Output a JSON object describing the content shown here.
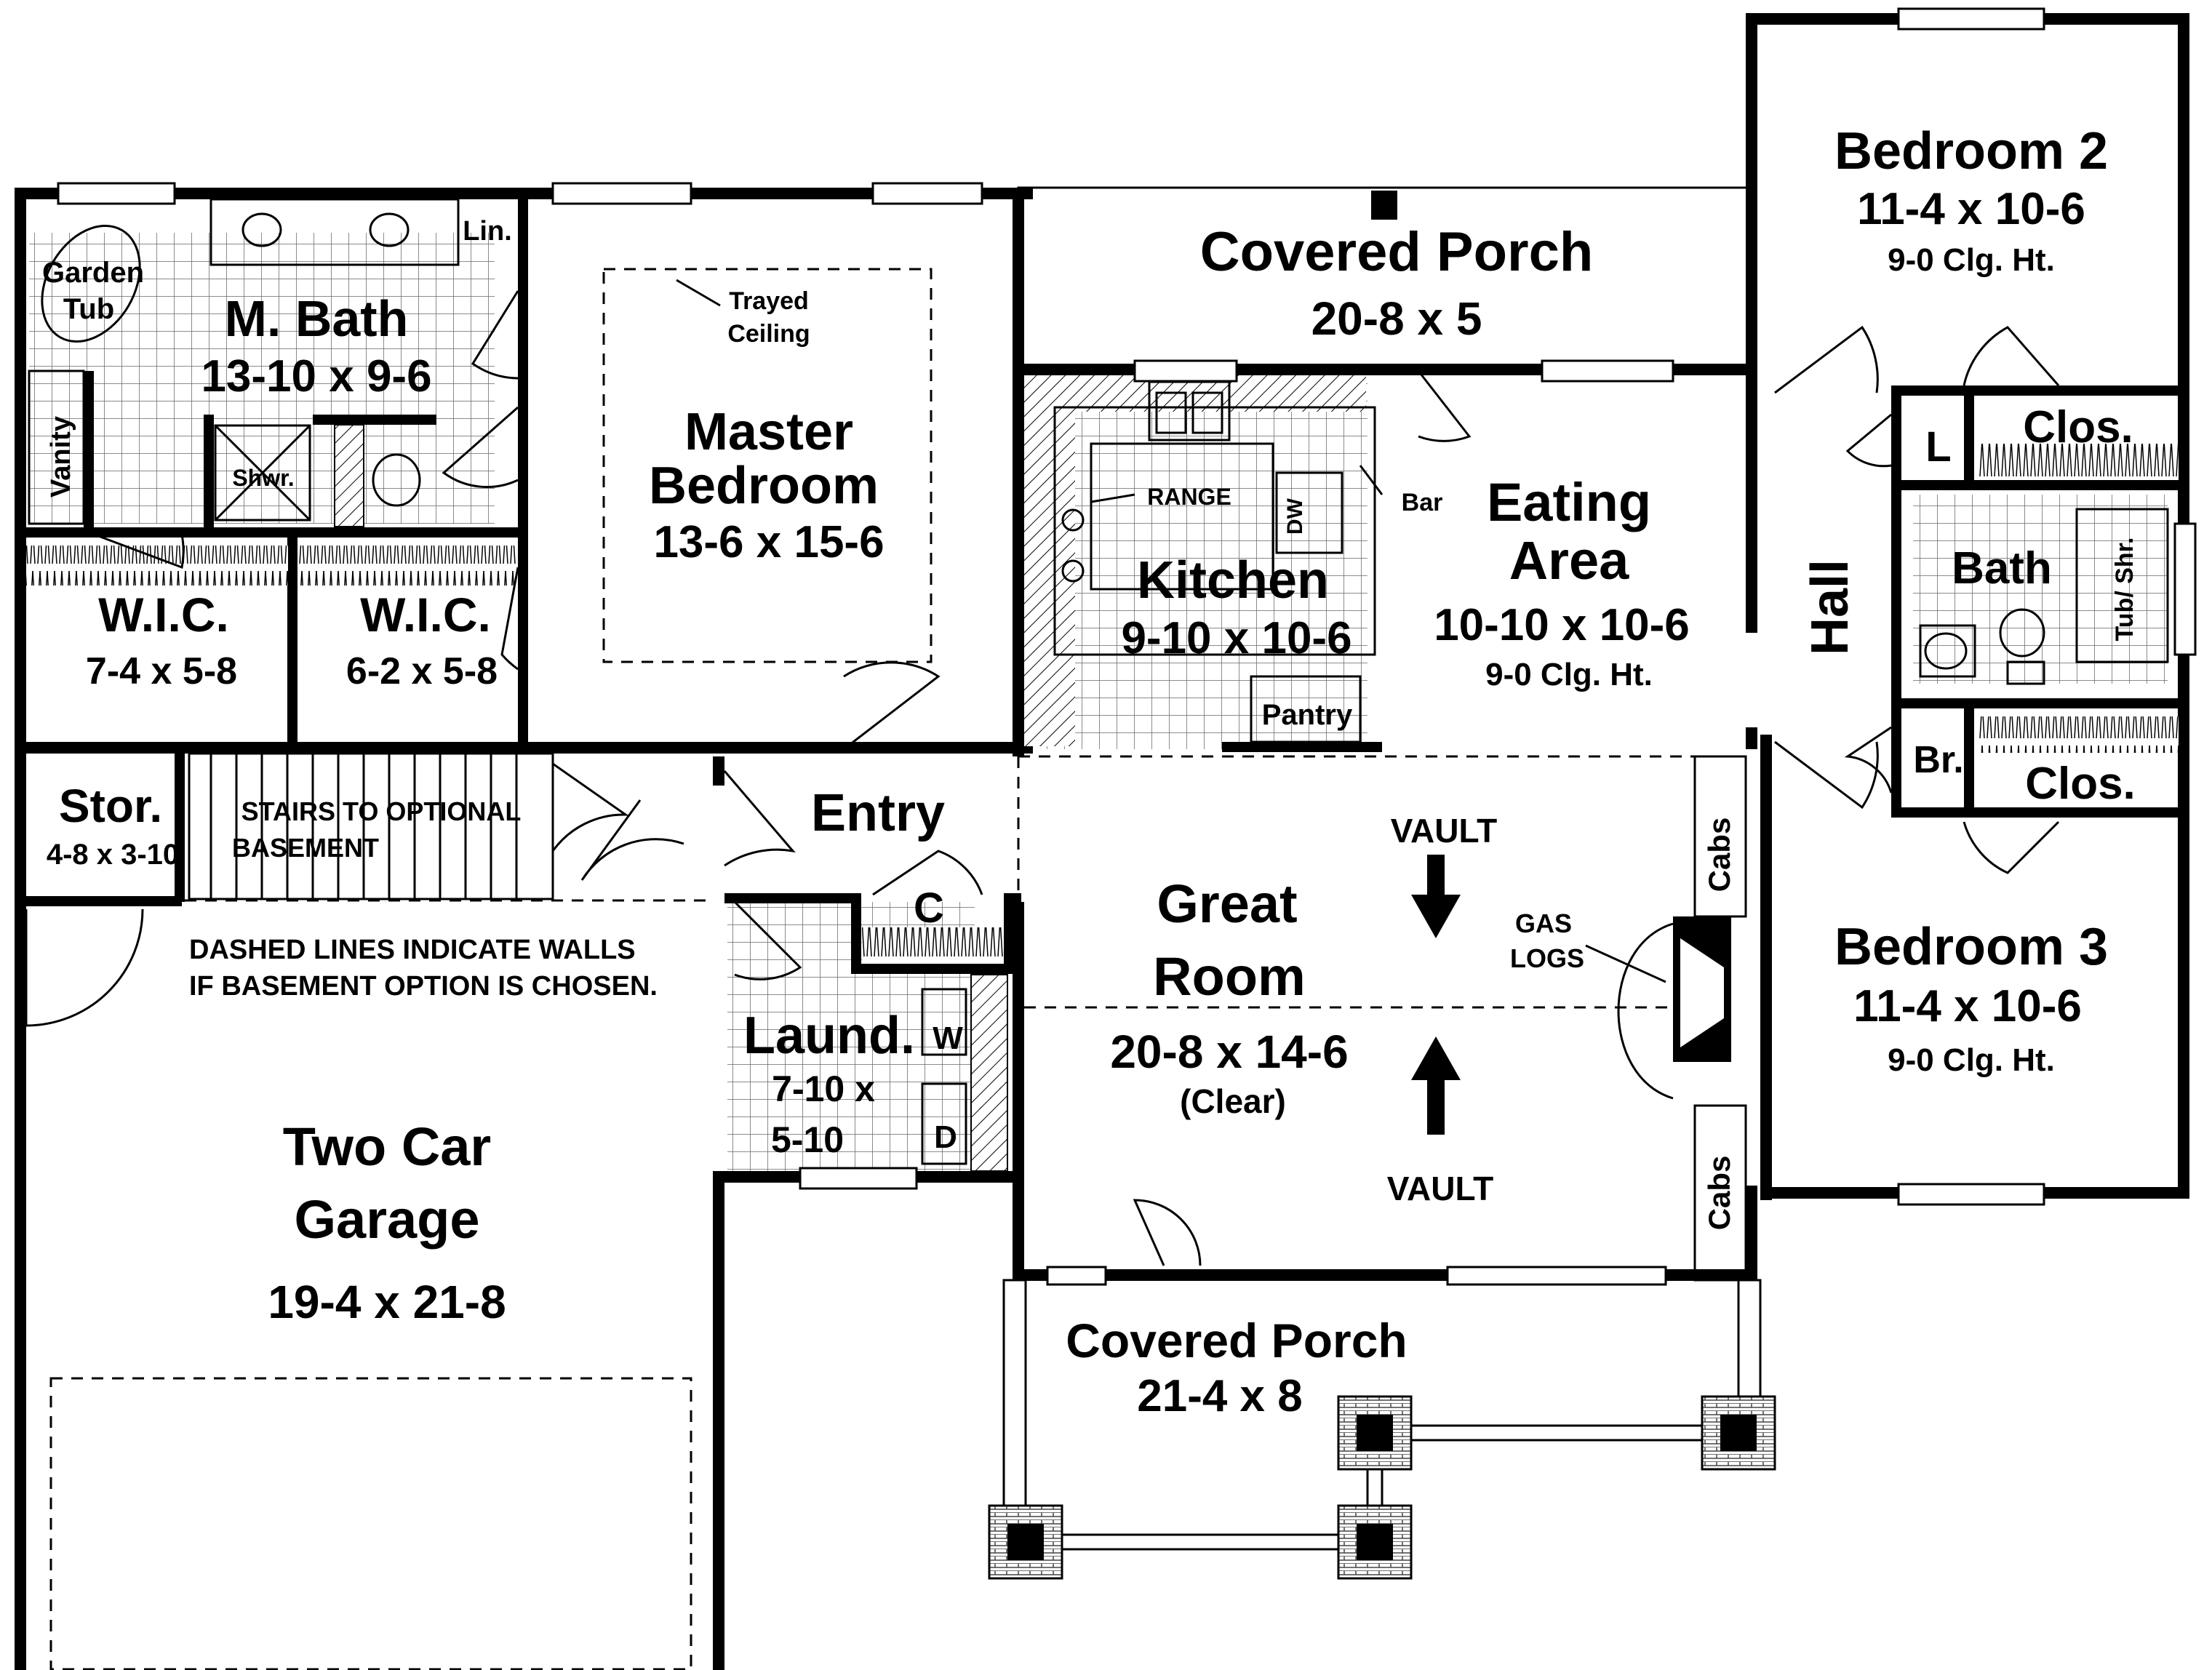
{
  "rooms": {
    "bedroom2": {
      "name": "Bedroom 2",
      "size": "11-4 x 10-6",
      "ceiling": "9-0 Clg. Ht."
    },
    "covered_porch_rear": {
      "name": "Covered Porch",
      "size": "20-8 x 5"
    },
    "m_bath": {
      "name": "M. Bath",
      "size": "13-10 x 9-6"
    },
    "garden_tub": {
      "line1": "Garden",
      "line2": "Tub"
    },
    "linen": "Lin.",
    "vanity": "Vanity",
    "shower": "Shwr.",
    "trayed_ceiling": {
      "line1": "Trayed",
      "line2": "Ceiling"
    },
    "master_bedroom": {
      "line1": "Master",
      "line2": "Bedroom",
      "size": "13-6 x 15-6"
    },
    "wic1": {
      "name": "W.I.C.",
      "size": "7-4 x 5-8"
    },
    "wic2": {
      "name": "W.I.C.",
      "size": "6-2 x 5-8"
    },
    "kitchen": {
      "name": "Kitchen",
      "size": "9-10 x 10-6"
    },
    "range": "RANGE",
    "dw": "DW",
    "bar": "Bar",
    "pantry": "Pantry",
    "eating_area": {
      "line1": "Eating",
      "line2": "Area",
      "size": "10-10 x 10-6",
      "ceiling": "9-0 Clg. Ht."
    },
    "hall": "Hall",
    "linen_closet": "L",
    "closet_bed2": "Clos.",
    "bath": "Bath",
    "tub_shower": "Tub/ Shr.",
    "broom": "Br.",
    "closet_bed3": "Clos.",
    "bedroom3": {
      "name": "Bedroom 3",
      "size": "11-4 x 10-6",
      "ceiling": "9-0 Clg. Ht."
    },
    "storage": {
      "name": "Stor.",
      "size": "4-8 x 3-10"
    },
    "stairs": {
      "line1": "STAIRS TO OPTIONAL",
      "line2": "BASEMENT"
    },
    "entry": "Entry",
    "coat_closet": "C",
    "laundry": {
      "name": "Laund.",
      "size1": "7-10 x",
      "size2": "5-10",
      "washer": "W",
      "dryer": "D"
    },
    "great_room": {
      "line1": "Great",
      "line2": "Room",
      "size": "20-8 x 14-6",
      "note": "(Clear)"
    },
    "vault_top": "VAULT",
    "vault_bottom": "VAULT",
    "gas_logs": {
      "line1": "GAS",
      "line2": "LOGS"
    },
    "cabs_top": "Cabs",
    "cabs_bottom": "Cabs",
    "garage": {
      "line1": "Two Car",
      "line2": "Garage",
      "size": "19-4 x 21-8"
    },
    "covered_porch_front": {
      "name": "Covered Porch",
      "size": "21-4 x 8"
    }
  },
  "notes": {
    "dashed_line1": "DASHED LINES INDICATE WALLS",
    "dashed_line2": "IF BASEMENT OPTION IS CHOSEN."
  }
}
